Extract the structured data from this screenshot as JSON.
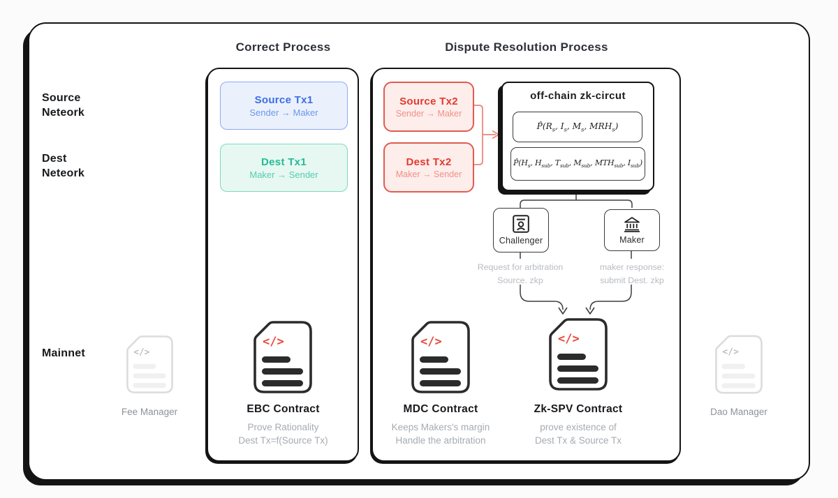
{
  "colors": {
    "accent_red": "#e8473b",
    "connector_red": "#e98277",
    "connector_dark": "#3d3d3d",
    "ink_black": "#141414",
    "blue_title": "#3d6de6",
    "green_title": "#27ba97",
    "red_title": "#e23a2e"
  },
  "headers": {
    "correct": "Correct Process",
    "dispute": "Dispute Resolution Process"
  },
  "side_labels": {
    "source_network": {
      "line1": "Source",
      "line2": "Neteork"
    },
    "dest_network": {
      "line1": "Dest",
      "line2": "Neteork"
    },
    "mainnet": "Mainnet"
  },
  "glyphs": {
    "code": "</>"
  },
  "correct_process": {
    "source_tx1": {
      "title": "Source Tx1",
      "subtitle": "Sender → Maker"
    },
    "dest_tx1": {
      "title": "Dest Tx1",
      "subtitle": "Maker → Sender"
    },
    "ebc_contract": {
      "title": "EBC Contract",
      "desc_line1": "Prove Rationality",
      "desc_line2": "Dest Tx=f(Source Tx)"
    }
  },
  "dispute_process": {
    "source_tx2": {
      "title": "Source Tx2",
      "subtitle": "Sender → Maker"
    },
    "dest_tx2": {
      "title": "Dest Tx2",
      "subtitle": "Maker → Sender"
    },
    "zk_circuit": {
      "title": "off-chain zk-circut",
      "formula1": [
        "P̂(R",
        "s",
        ", I",
        "s",
        ", M",
        "s",
        ", MRH",
        "s",
        ")"
      ],
      "formula2": [
        "P̂(H",
        "s",
        ", H",
        "sub",
        ", T",
        "sub",
        ", M",
        "sub",
        ", MTH",
        "sub",
        ", I",
        "sub",
        ")"
      ]
    },
    "challenger": {
      "label": "Challenger"
    },
    "maker": {
      "label": "Maker"
    },
    "challenger_note": {
      "line1": "Request for arbitration",
      "line2": "Source. zkp"
    },
    "maker_note": {
      "line1": "maker response:",
      "line2": "submit Dest. zkp"
    },
    "mdc_contract": {
      "title": "MDC Contract",
      "desc_line1": "Keeps Makers's margin",
      "desc_line2": "Handle the arbitration"
    },
    "zkspv_contract": {
      "title": "Zk-SPV Contract",
      "desc_line1": "prove existence of",
      "desc_line2": "Dest Tx & Source Tx"
    }
  },
  "mainnet_items": {
    "fee_manager": {
      "label": "Fee Manager"
    },
    "dao_manager": {
      "label": "Dao Manager"
    }
  }
}
